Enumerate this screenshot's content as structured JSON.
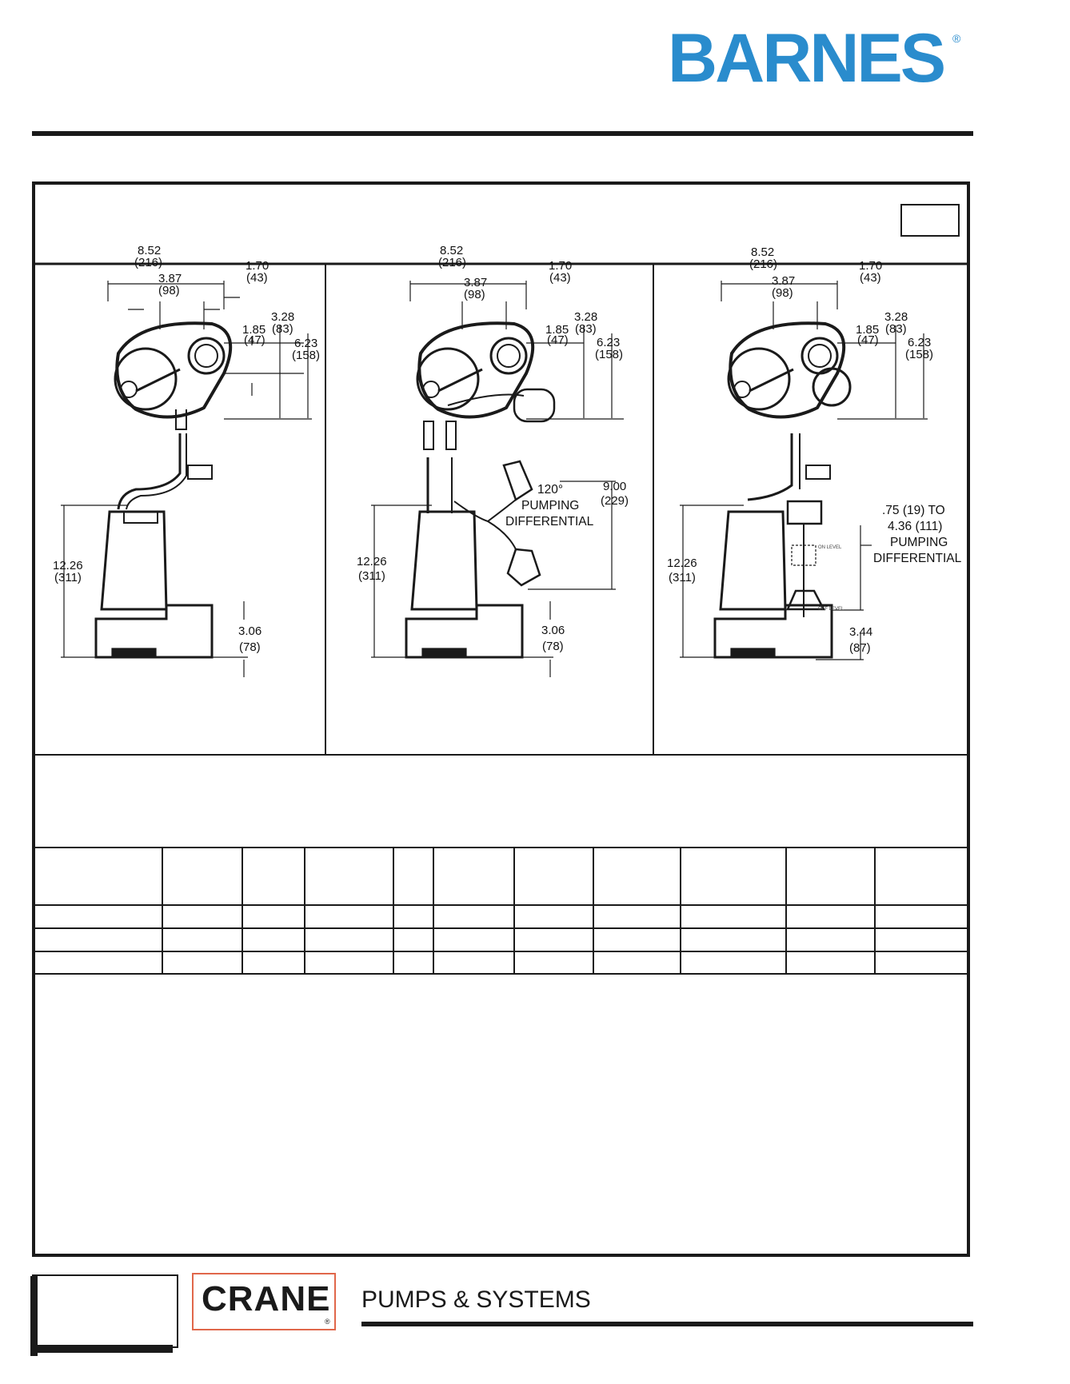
{
  "brand": {
    "name": "BARNES",
    "reg_mark": "®"
  },
  "footer": {
    "company": "CRANE",
    "company_reg": "®",
    "tagline": "PUMPS & SYSTEMS"
  },
  "drawings": {
    "top_view": {
      "overall_width": "8.52",
      "overall_width_mm": "(216)",
      "inlet_offset": "3.87",
      "inlet_offset_mm": "(98)",
      "right_offset": "1.70",
      "right_offset_mm": "(43)",
      "dim_a": "3.28",
      "dim_a_mm": "(83)",
      "dim_b": "1.85",
      "dim_b_mm": "(47)",
      "depth": "6.23",
      "depth_mm": "(158)"
    },
    "side_view": {
      "height": "12.26",
      "height_mm": "(311)",
      "base": "3.06",
      "base_mm": "(78)",
      "base_vertical": "3.44",
      "base_vertical_mm": "(87)"
    },
    "tethered": {
      "angle": "120°",
      "line1": "PUMPING",
      "line2": "DIFFERENTIAL",
      "range": "9.00",
      "range_mm": "(229)"
    },
    "vertical": {
      "line1": ".75 (19) TO",
      "line2": "4.36 (111)",
      "line3": "PUMPING",
      "line4": "DIFFERENTIAL",
      "on_label": "ON\nLEVEL",
      "off_label": "OFF\nLEVEL"
    }
  },
  "colors": {
    "brand_blue": "#2a8ccd",
    "crane_orange": "#e0674a",
    "rule": "#1a1a1a"
  }
}
